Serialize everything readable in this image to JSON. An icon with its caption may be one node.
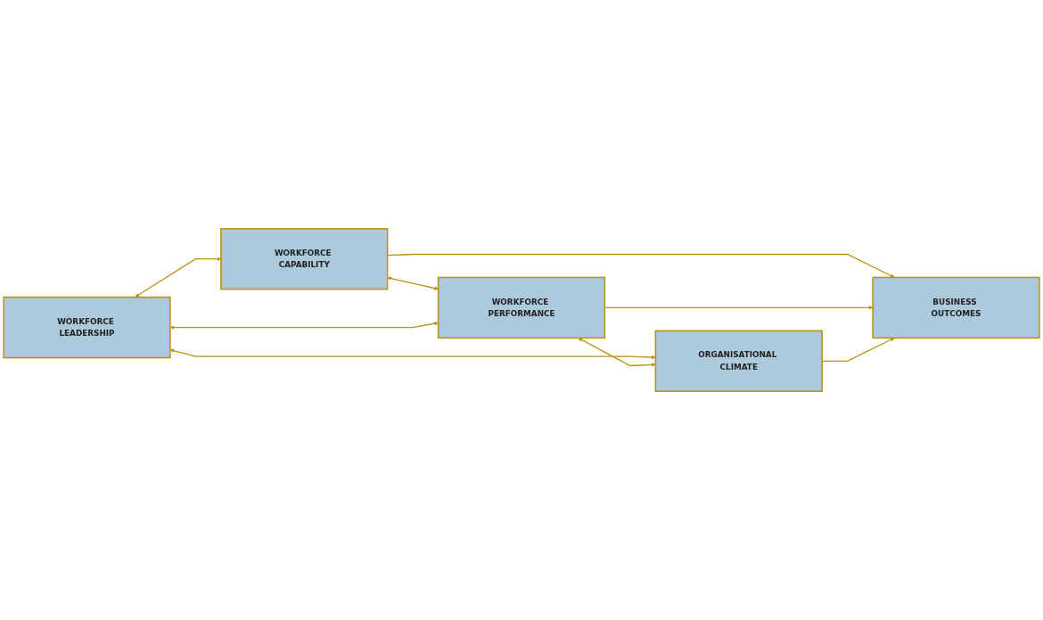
{
  "diagram": {
    "nodes": [
      {
        "text": [
          "WORKFORCE CAPABILITY"
        ]
      },
      {
        "text": [
          "WORKFORCE LEADERSHIP"
        ]
      },
      {
        "text": [
          "WORKFORCE PERFORMANCE"
        ]
      },
      {
        "text": [
          "BUSINESS OUTCOMES"
        ]
      },
      {
        "text": [
          "ORGANISATIONAL CLIMATE"
        ]
      }
    ],
    "edges": [
      {
        "from": 1,
        "to": 0,
        "arrow": "both"
      },
      {
        "from": 0,
        "to": 2,
        "arrow": "both"
      },
      {
        "from": 1,
        "to": 2,
        "arrow": "both"
      },
      {
        "from": 0,
        "to": 3,
        "arrow": "to"
      },
      {
        "from": 2,
        "to": 3,
        "arrow": "to"
      },
      {
        "from": 1,
        "to": 4,
        "arrow": "both"
      },
      {
        "from": 2,
        "to": 4,
        "arrow": "both"
      },
      {
        "from": 4,
        "to": 3,
        "arrow": "to"
      }
    ]
  }
}
